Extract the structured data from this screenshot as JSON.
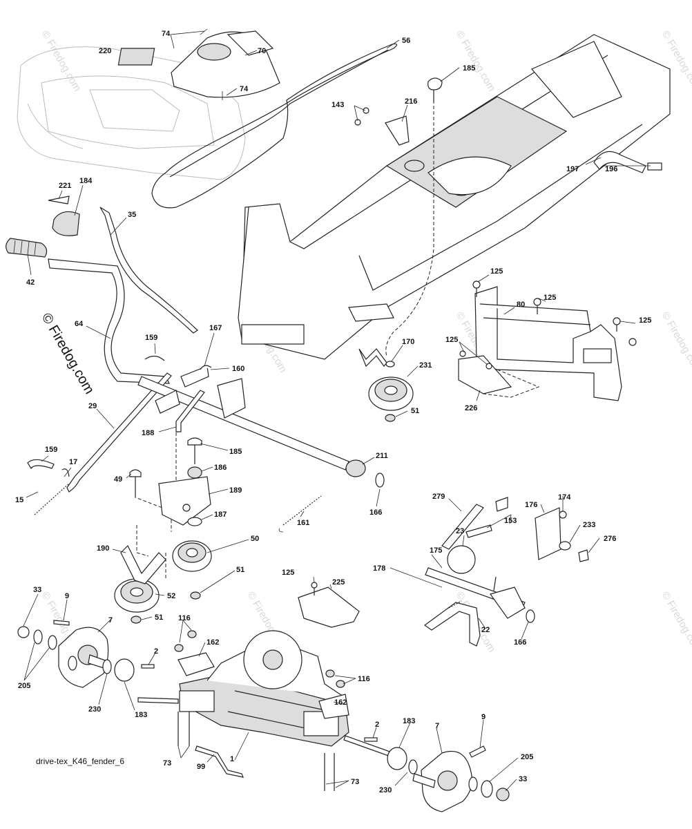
{
  "diagram": {
    "caption": "drive-tex_K46_fender_6",
    "watermark_main": "© Firedog.com",
    "watermark_repeat": "© Firedog.com",
    "labels": [
      {
        "id": "p74a",
        "text": "74"
      },
      {
        "id": "p220",
        "text": "220"
      },
      {
        "id": "p70",
        "text": "70"
      },
      {
        "id": "p74b",
        "text": "74"
      },
      {
        "id": "p56",
        "text": "56"
      },
      {
        "id": "p185a",
        "text": "185"
      },
      {
        "id": "p143",
        "text": "143"
      },
      {
        "id": "p216",
        "text": "216"
      },
      {
        "id": "p197",
        "text": "197"
      },
      {
        "id": "p196",
        "text": "196"
      },
      {
        "id": "p221",
        "text": "221"
      },
      {
        "id": "p184",
        "text": "184"
      },
      {
        "id": "p35",
        "text": "35"
      },
      {
        "id": "p42",
        "text": "42"
      },
      {
        "id": "p64",
        "text": "64"
      },
      {
        "id": "p159a",
        "text": "159"
      },
      {
        "id": "p167",
        "text": "167"
      },
      {
        "id": "p160",
        "text": "160"
      },
      {
        "id": "p125a",
        "text": "125"
      },
      {
        "id": "p80",
        "text": "80"
      },
      {
        "id": "p125b",
        "text": "125"
      },
      {
        "id": "p125c",
        "text": "125"
      },
      {
        "id": "p125d",
        "text": "125"
      },
      {
        "id": "p170",
        "text": "170"
      },
      {
        "id": "p231",
        "text": "231"
      },
      {
        "id": "p51a",
        "text": "51"
      },
      {
        "id": "p226",
        "text": "226"
      },
      {
        "id": "p29",
        "text": "29"
      },
      {
        "id": "p188",
        "text": "188"
      },
      {
        "id": "p185b",
        "text": "185"
      },
      {
        "id": "p211",
        "text": "211"
      },
      {
        "id": "p159b",
        "text": "159"
      },
      {
        "id": "p17",
        "text": "17"
      },
      {
        "id": "p49",
        "text": "49"
      },
      {
        "id": "p186",
        "text": "186"
      },
      {
        "id": "p15",
        "text": "15"
      },
      {
        "id": "p189",
        "text": "189"
      },
      {
        "id": "p166a",
        "text": "166"
      },
      {
        "id": "p187",
        "text": "187"
      },
      {
        "id": "p161",
        "text": "161"
      },
      {
        "id": "p279",
        "text": "279"
      },
      {
        "id": "p176",
        "text": "176"
      },
      {
        "id": "p174",
        "text": "174"
      },
      {
        "id": "p233",
        "text": "233"
      },
      {
        "id": "p23",
        "text": "23"
      },
      {
        "id": "p153",
        "text": "153"
      },
      {
        "id": "p276",
        "text": "276"
      },
      {
        "id": "p190",
        "text": "190"
      },
      {
        "id": "p50",
        "text": "50"
      },
      {
        "id": "p175",
        "text": "175"
      },
      {
        "id": "p178",
        "text": "178"
      },
      {
        "id": "p51b",
        "text": "51"
      },
      {
        "id": "p33a",
        "text": "33"
      },
      {
        "id": "p9a",
        "text": "9"
      },
      {
        "id": "p125e",
        "text": "125"
      },
      {
        "id": "p225",
        "text": "225"
      },
      {
        "id": "p52",
        "text": "52"
      },
      {
        "id": "p51c",
        "text": "51"
      },
      {
        "id": "p7a",
        "text": "7"
      },
      {
        "id": "p116a",
        "text": "116"
      },
      {
        "id": "p162a",
        "text": "162"
      },
      {
        "id": "p22",
        "text": "22"
      },
      {
        "id": "p166b",
        "text": "166"
      },
      {
        "id": "p205a",
        "text": "205"
      },
      {
        "id": "p2a",
        "text": "2"
      },
      {
        "id": "p116b",
        "text": "116"
      },
      {
        "id": "p230a",
        "text": "230"
      },
      {
        "id": "p183a",
        "text": "183"
      },
      {
        "id": "p162b",
        "text": "162"
      },
      {
        "id": "p2b",
        "text": "2"
      },
      {
        "id": "p183b",
        "text": "183"
      },
      {
        "id": "p7b",
        "text": "7"
      },
      {
        "id": "p9b",
        "text": "9"
      },
      {
        "id": "p73a",
        "text": "73"
      },
      {
        "id": "p1",
        "text": "1"
      },
      {
        "id": "p205b",
        "text": "205"
      },
      {
        "id": "p99",
        "text": "99"
      },
      {
        "id": "p73b",
        "text": "73"
      },
      {
        "id": "p230b",
        "text": "230"
      },
      {
        "id": "p33b",
        "text": "33"
      }
    ]
  }
}
